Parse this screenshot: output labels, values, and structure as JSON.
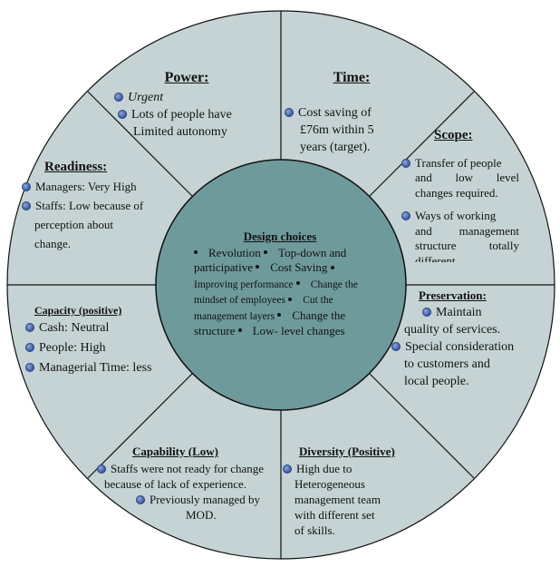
{
  "colors": {
    "ring": "#c5d3d5",
    "center": "#6f9a9c",
    "stroke": "#111111",
    "bullet": "#3b5aa3"
  },
  "center": {
    "title": "Design choices",
    "items": [
      "Revolution",
      "Top-down and participative",
      "Cost Saving",
      "Improving performance",
      "Change the mindset of employees",
      "Cut the management layers",
      "Change the structure",
      "Low- level changes"
    ]
  },
  "power": {
    "title": "Power:",
    "p1": "Urgent",
    "p2a": "Lots of people have",
    "p2b": "Limited autonomy"
  },
  "time": {
    "title": "Time:",
    "a": "Cost saving of",
    "b": "£76m within 5",
    "c": "years (target)."
  },
  "scope": {
    "title": "Scope:",
    "a1": "Transfer of people",
    "a2": "and low level",
    "a3": "changes required.",
    "b1": "Ways of working",
    "b2": "and management",
    "b3": "structure totally",
    "b4": "different"
  },
  "preservation": {
    "title": "Preservation:",
    "a": "Maintain",
    "b": "quality of services.",
    "c": "Special consideration",
    "d": "to customers and",
    "e": "local people."
  },
  "diversity": {
    "title": "Diversity (Positive)",
    "a": "High due to",
    "b": "Heterogeneous",
    "c": "management team",
    "d": "with different set",
    "e": "of skills."
  },
  "capability": {
    "title": "Capability (Low)",
    "a": "Staffs were not ready for change",
    "b": "because of lack of experience.",
    "c": "Previously managed by",
    "d": "MOD."
  },
  "capacity": {
    "title": "Capacity (positive)",
    "a": "Cash: Neutral",
    "b": "People: High",
    "c": "Managerial Time: less"
  },
  "readiness": {
    "title": "Readiness:",
    "a": "Managers: Very High",
    "b": "Staffs: Low because of",
    "c": "perception about",
    "d": "change."
  }
}
